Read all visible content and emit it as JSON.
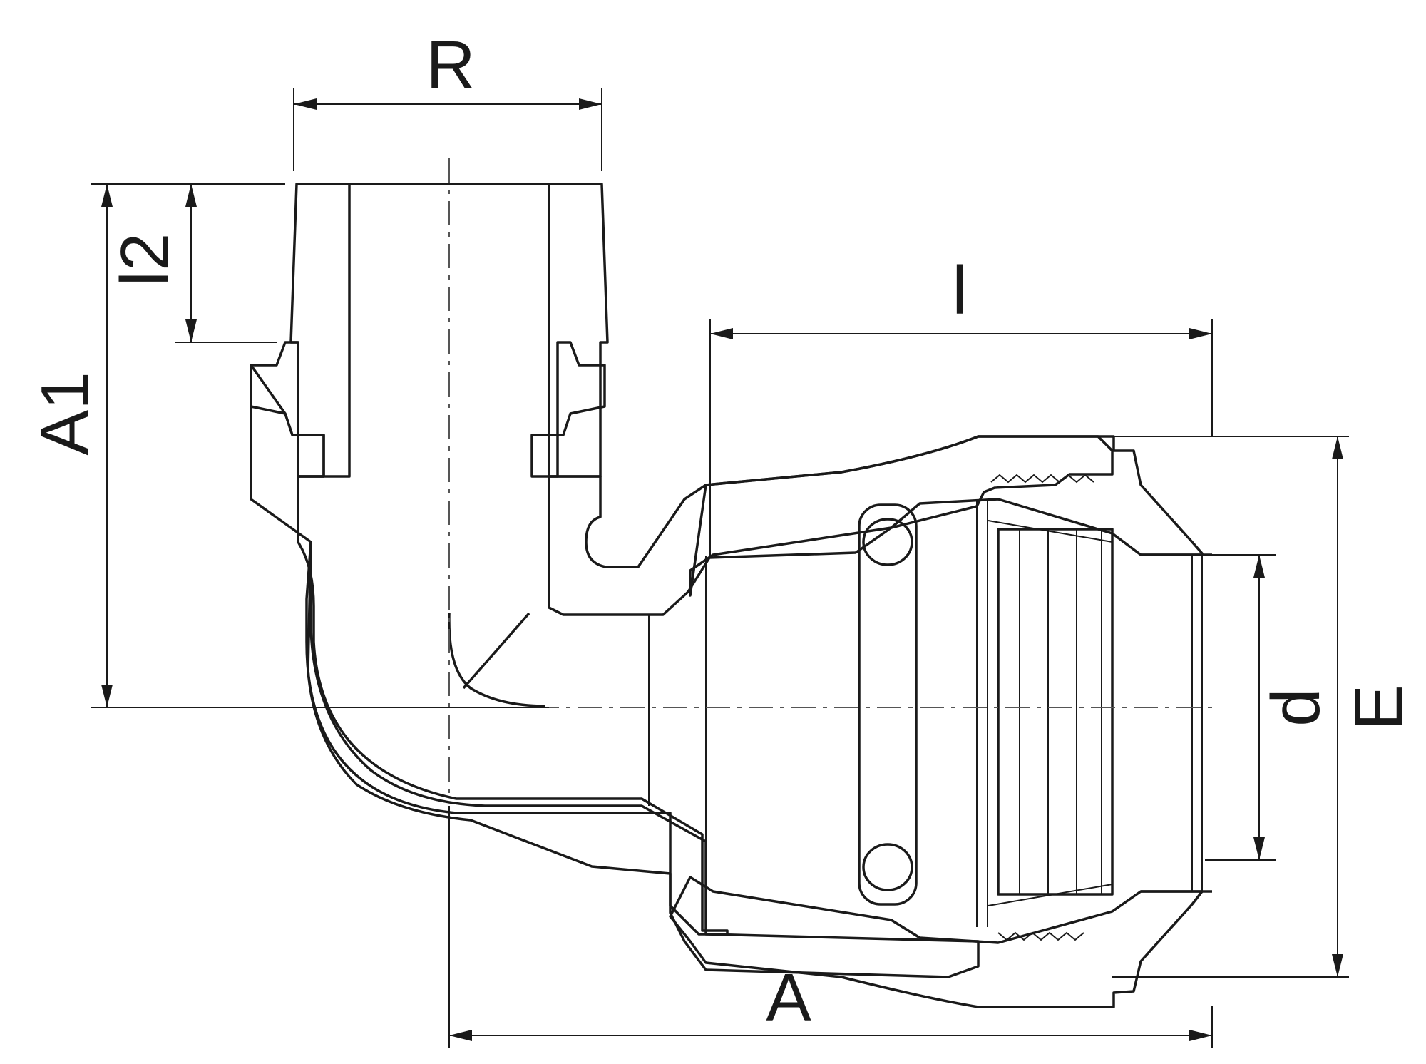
{
  "drawing": {
    "colors": {
      "line": "#1a1a1a",
      "background": "#ffffff"
    },
    "dimensions": {
      "R": "R",
      "l2": "l2",
      "A1": "A1",
      "l": "l",
      "A": "A",
      "d": "d",
      "E": "E"
    }
  }
}
